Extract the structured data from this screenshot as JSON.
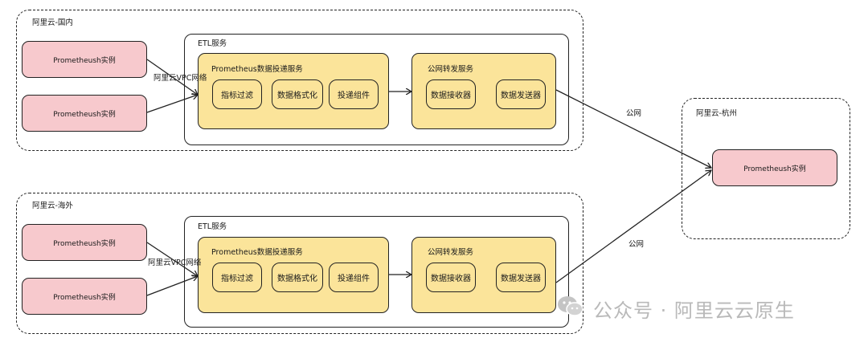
{
  "regions": {
    "domestic": "阿里云-国内",
    "overseas": "阿里云-海外",
    "hangzhou": "阿里云-杭州"
  },
  "etl_label": "ETL服务",
  "delivery_service": "Prometheus数据投递服务",
  "forward_service": "公网转发服务",
  "components": {
    "filter": "指标过滤",
    "format": "数据格式化",
    "deliver": "投递组件",
    "receiver": "数据接收器",
    "sender": "数据发送器"
  },
  "instance_label": "Prometheush实例",
  "vpc_label": "阿里云VPC网络",
  "public_net": "公网",
  "watermark": {
    "text": "公众号 · 阿里云云原生"
  }
}
